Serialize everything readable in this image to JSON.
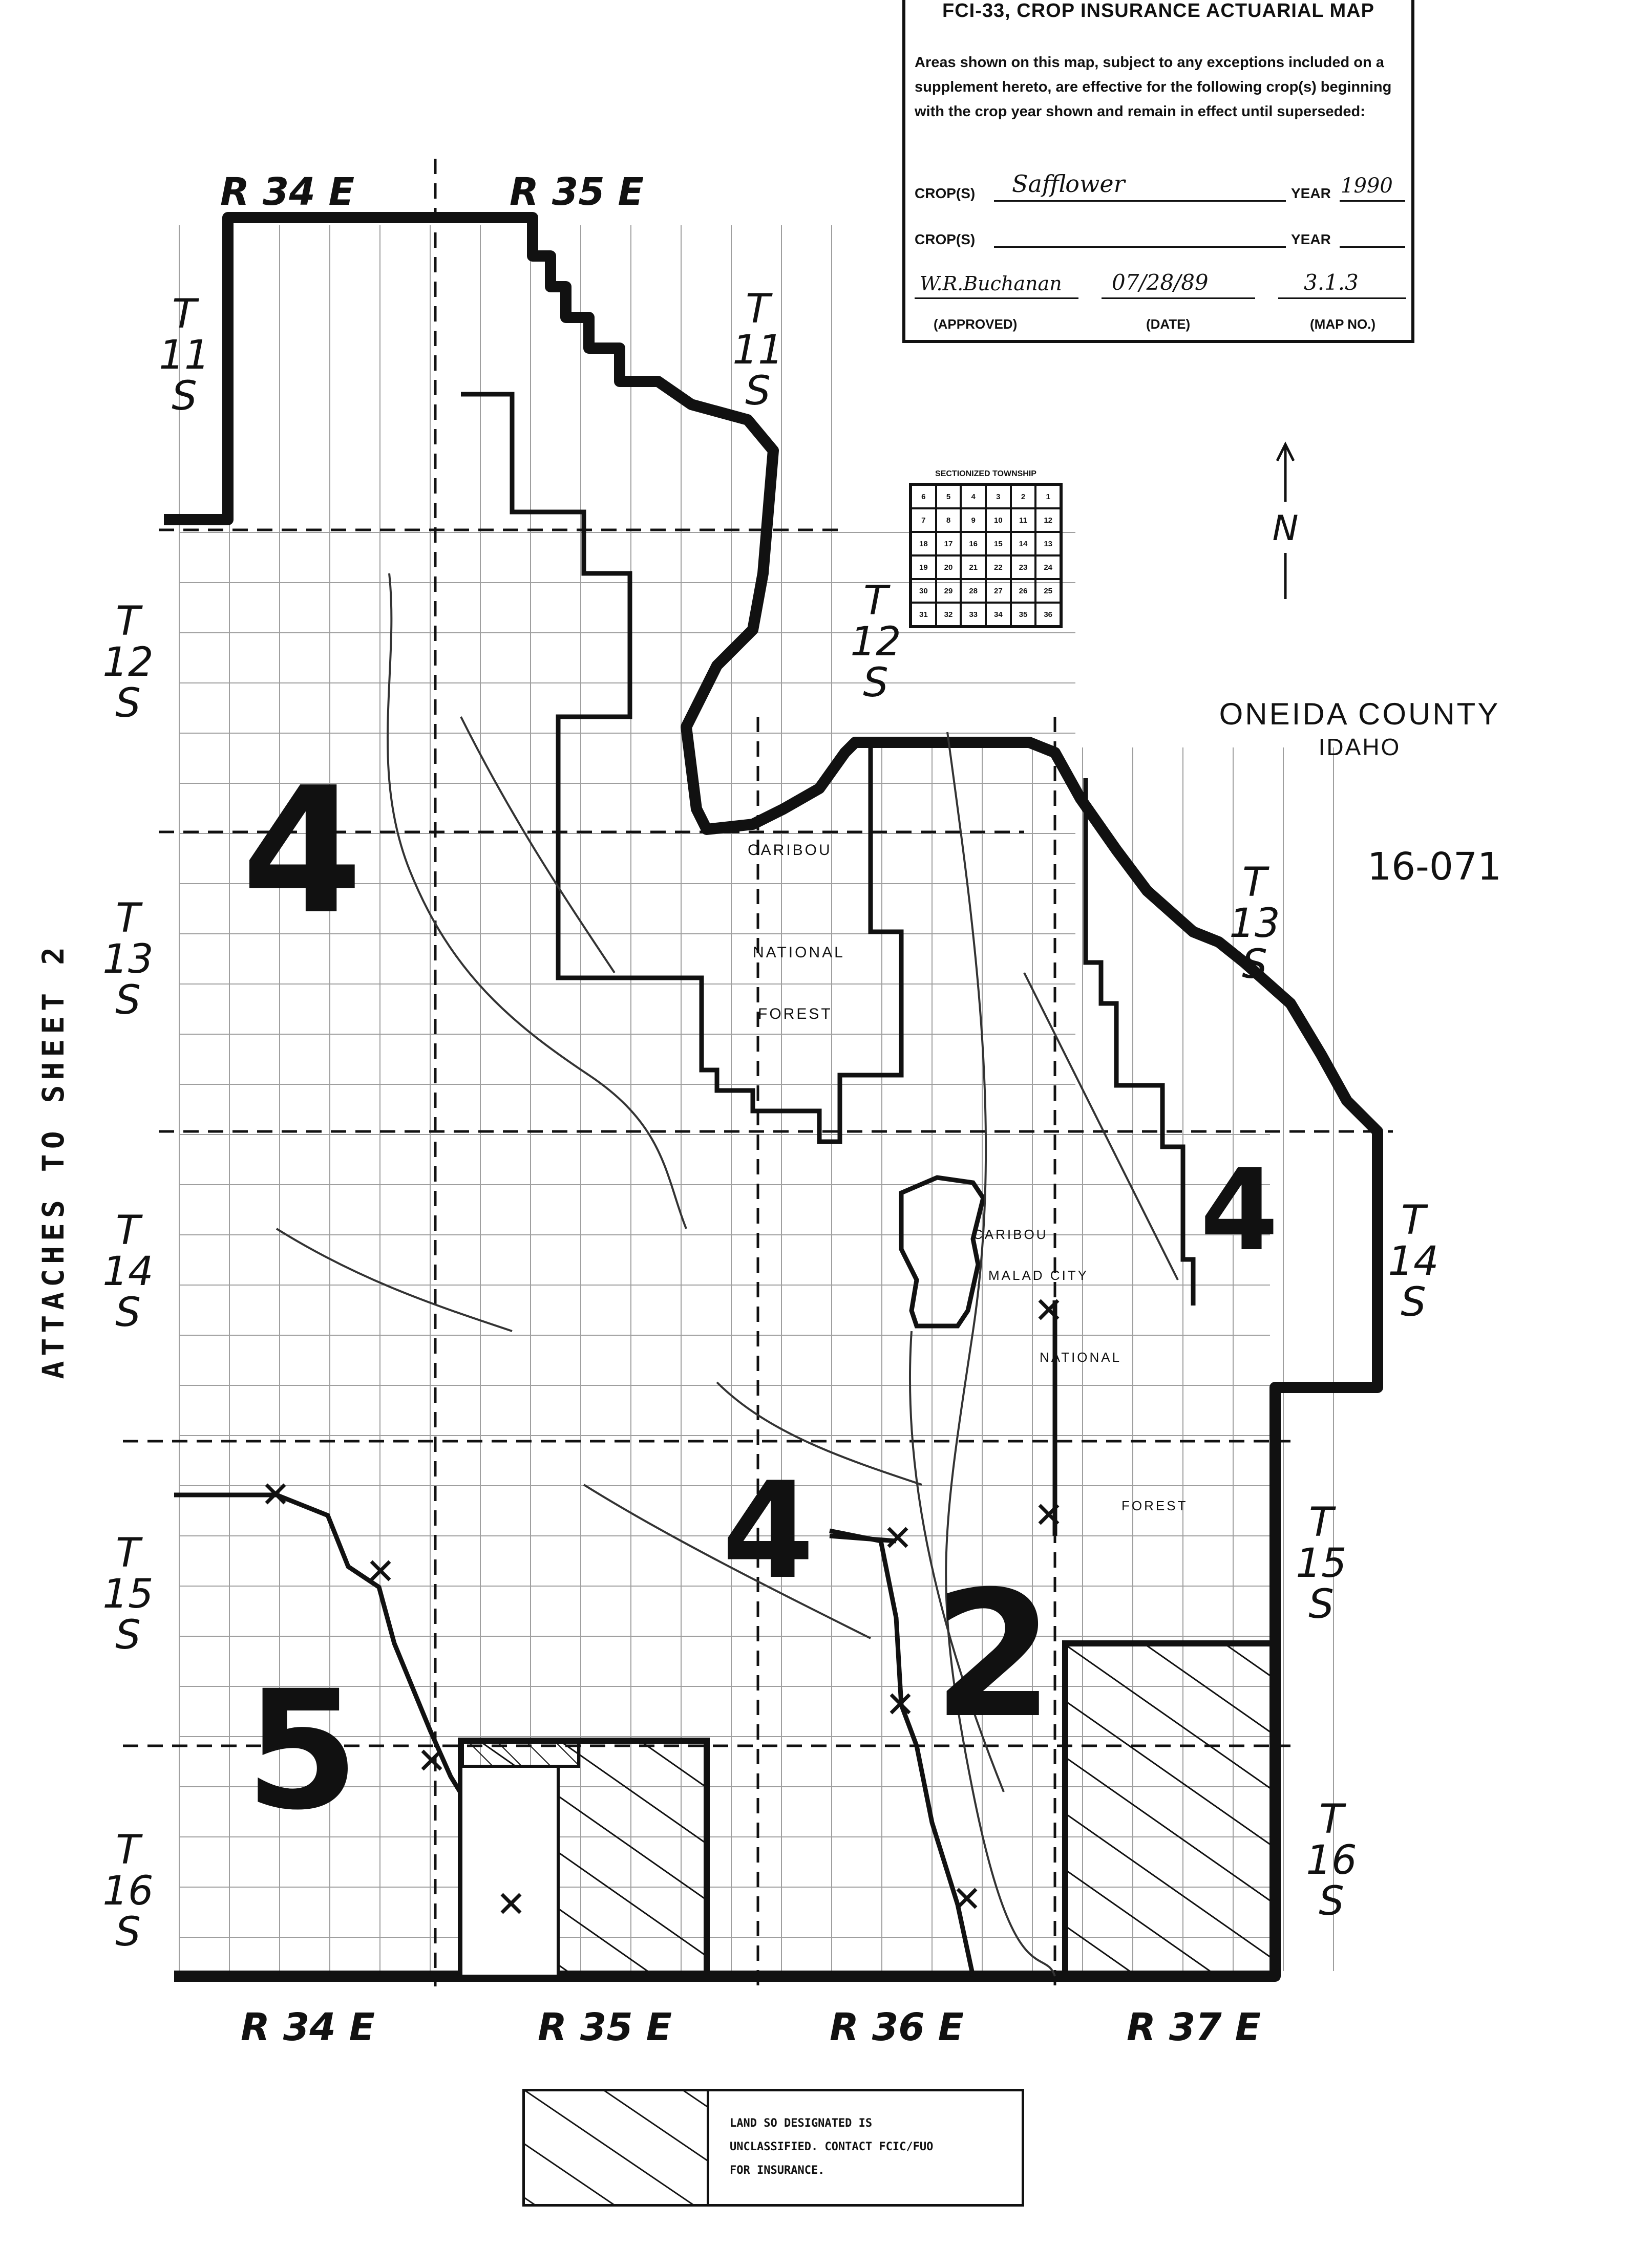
{
  "header": {
    "title": "FCI-33, CROP INSURANCE ACTUARIAL MAP",
    "text": "Areas shown on this map, subject to any exceptions included on a supplement hereto, are effective for the following crop(s) beginning with the crop year shown and remain in effect until superseded:",
    "crop_label_1": "CROP(S)",
    "crop_value_1": "Safflower",
    "year_label_1": "YEAR",
    "year_value_1": "1990",
    "crop_label_2": "CROP(S)",
    "crop_value_2": "",
    "year_label_2": "YEAR",
    "year_value_2": "",
    "approved_value": "W.R.Buchanan",
    "date_value": "07/28/89",
    "mapno_value": "3.1.3",
    "approved_label": "(APPROVED)",
    "date_label": "(DATE)",
    "mapno_label": "(MAP NO.)"
  },
  "sectionized": {
    "title": "SECTIONIZED TOWNSHIP",
    "cells": [
      "6",
      "5",
      "4",
      "3",
      "2",
      "1",
      "7",
      "8",
      "9",
      "10",
      "11",
      "12",
      "18",
      "17",
      "16",
      "15",
      "14",
      "13",
      "19",
      "20",
      "21",
      "22",
      "23",
      "24",
      "30",
      "29",
      "28",
      "27",
      "26",
      "25",
      "31",
      "32",
      "33",
      "34",
      "35",
      "36"
    ]
  },
  "north_label": "N",
  "county": "ONEIDA COUNTY",
  "state": "IDAHO",
  "map_code": "16-071",
  "attaches": "ATTACHES TO SHEET 2",
  "range_labels": [
    "R 34 E",
    "R 35 E",
    "R 34 E",
    "R 35 E",
    "R 36 E",
    "R 37 E"
  ],
  "township_labels": [
    {
      "t": "T",
      "n": "11",
      "s": "S"
    },
    {
      "t": "T",
      "n": "11",
      "s": "S"
    },
    {
      "t": "T",
      "n": "12",
      "s": "S"
    },
    {
      "t": "T",
      "n": "12",
      "s": "S"
    },
    {
      "t": "T",
      "n": "13",
      "s": "S"
    },
    {
      "t": "T",
      "n": "13",
      "s": "S"
    },
    {
      "t": "T",
      "n": "14",
      "s": "S"
    },
    {
      "t": "T",
      "n": "14",
      "s": "S"
    },
    {
      "t": "T",
      "n": "15",
      "s": "S"
    },
    {
      "t": "T",
      "n": "15",
      "s": "S"
    },
    {
      "t": "T",
      "n": "16",
      "s": "S"
    },
    {
      "t": "T",
      "n": "16",
      "s": "S"
    }
  ],
  "rate_areas": [
    "4",
    "4",
    "4",
    "5",
    "2"
  ],
  "place_labels": [
    "CARIBOU",
    "NATIONAL",
    "FOREST",
    "MALAD CITY",
    "CARIBOU",
    "NATIONAL",
    "FOREST"
  ],
  "legend": {
    "line1": "LAND SO DESIGNATED IS",
    "line2": "UNCLASSIFIED.  CONTACT FCIC/FUO",
    "line3": "FOR INSURANCE."
  },
  "colors": {
    "ink": "#111111",
    "paper": "#ffffff",
    "grid": "#555555"
  }
}
